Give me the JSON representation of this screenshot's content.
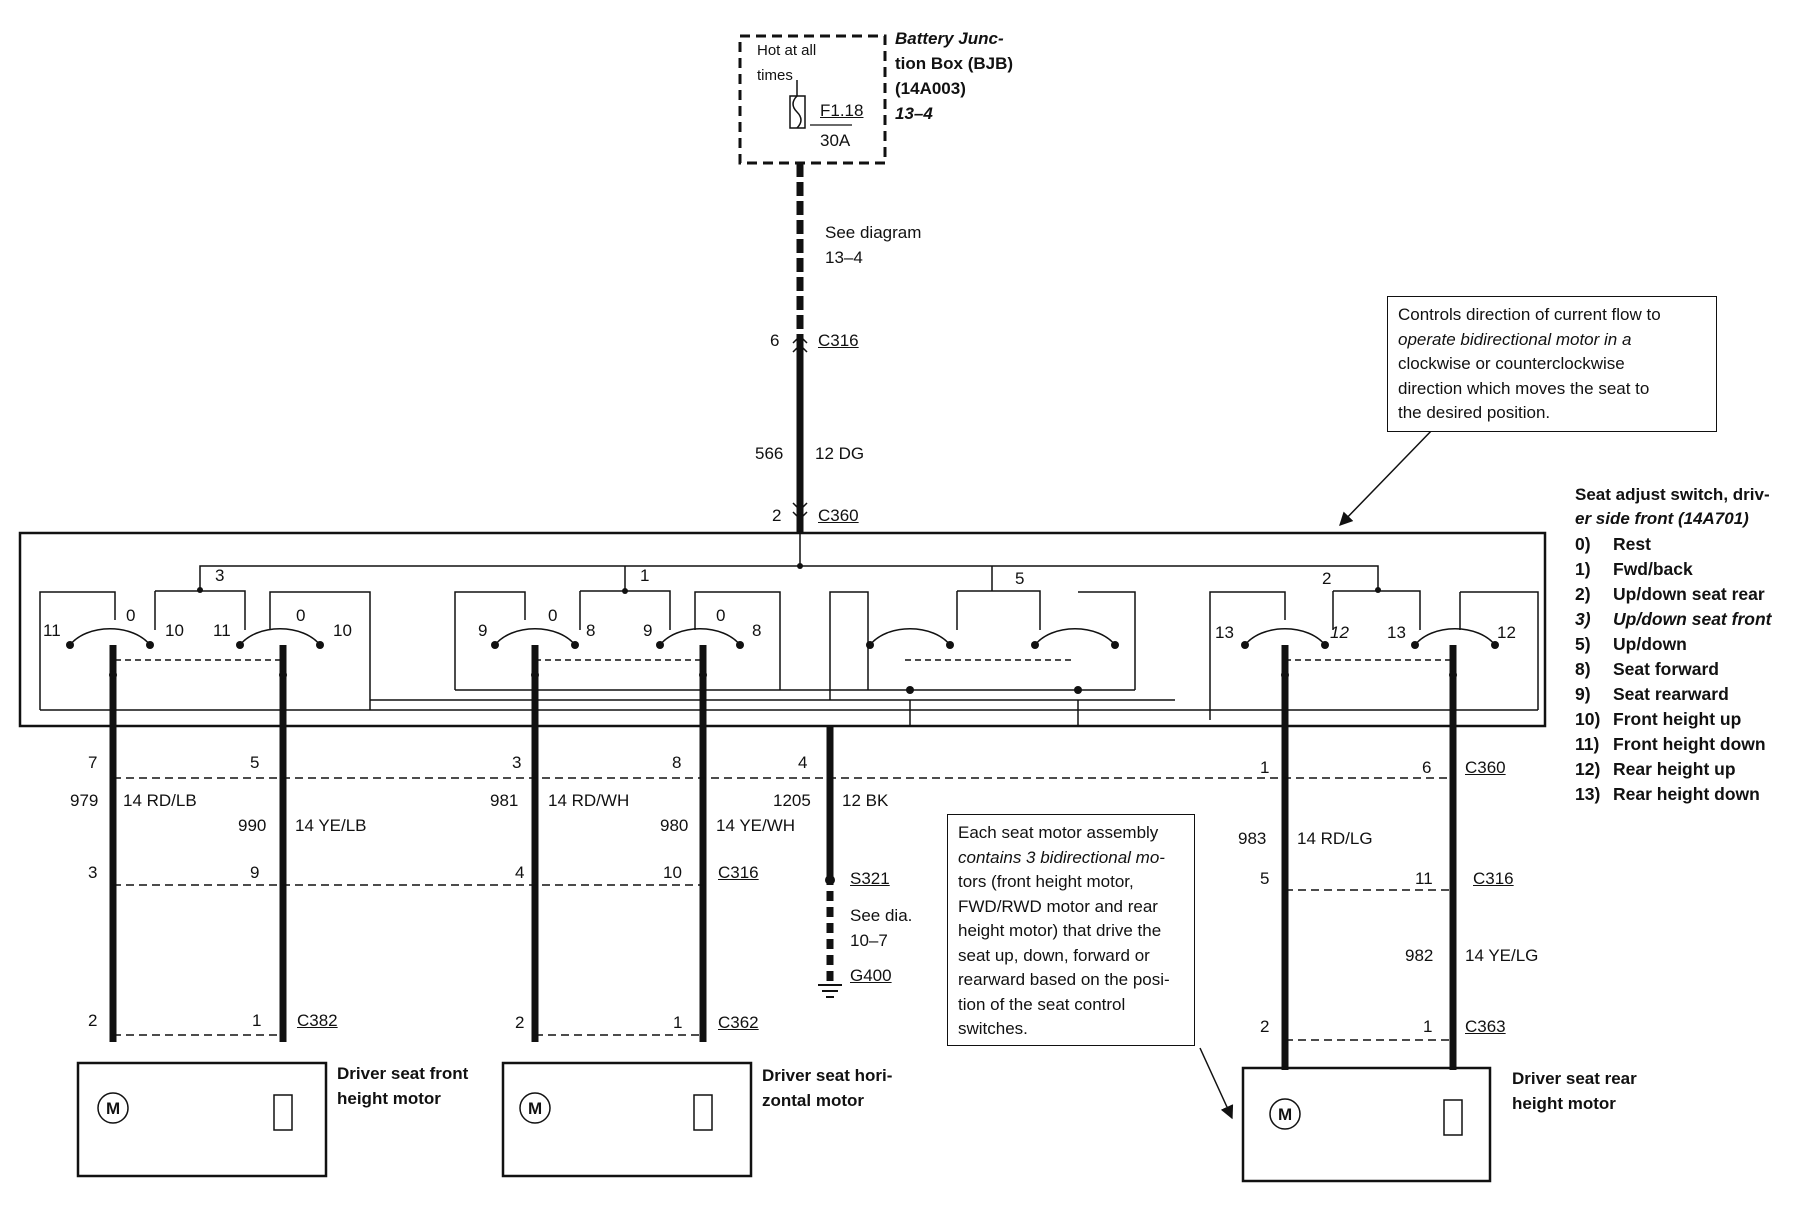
{
  "bjb": {
    "hot": [
      "Hot at all",
      "times"
    ],
    "fuse": "F1.18",
    "amps": "30A",
    "title": [
      "Battery Junc-",
      "tion Box (BJB)",
      "(14A003)",
      "13–4"
    ]
  },
  "see_diagram": [
    "See diagram",
    "13–4"
  ],
  "feed": {
    "c316_pin": "6",
    "c316": "C316",
    "circuit": "566",
    "wire": "12 DG",
    "c360_pin": "2",
    "c360": "C360"
  },
  "callout_switch": [
    "Controls direction of current flow to",
    "operate bidirectional motor in a",
    "clockwise or counterclockwise",
    "direction which moves the seat to",
    "the desired position."
  ],
  "switch_title": [
    "Seat adjust switch, driv-",
    "er side front (14A701)"
  ],
  "legend": [
    {
      "k": "0)",
      "v": "Rest"
    },
    {
      "k": "1)",
      "v": "Fwd/back"
    },
    {
      "k": "2)",
      "v": "Up/down seat rear"
    },
    {
      "k": "3)",
      "v": "Up/down seat front"
    },
    {
      "k": "5)",
      "v": "Up/down"
    },
    {
      "k": "8)",
      "v": "Seat forward"
    },
    {
      "k": "9)",
      "v": "Seat rearward"
    },
    {
      "k": "10)",
      "v": "Front height up"
    },
    {
      "k": "11)",
      "v": "Front height down"
    },
    {
      "k": "12)",
      "v": "Rear height up"
    },
    {
      "k": "13)",
      "v": "Rear height down"
    }
  ],
  "switch_groups": {
    "g1": "3",
    "g2": "1",
    "g3": "5",
    "g4": "2"
  },
  "contacts": {
    "s1": {
      "l": "11",
      "m": "0",
      "r": "10"
    },
    "s2": {
      "l": "11",
      "m": "0",
      "r": "10"
    },
    "s3": {
      "l": "9",
      "m": "0",
      "r": "8"
    },
    "s4": {
      "l": "9",
      "m": "0",
      "r": "8"
    },
    "s7": {
      "l": "13",
      "r": "12"
    },
    "s8": {
      "l": "13",
      "r": "12"
    }
  },
  "wires": {
    "w1": {
      "pin360": "7",
      "circuit": "979",
      "color": "14 RD/LB",
      "pin316": "3",
      "pinm": "2"
    },
    "w2": {
      "pin360": "5",
      "circuit": "990",
      "color": "14 YE/LB",
      "pin316": "9",
      "pinm": "1"
    },
    "w3": {
      "pin360": "3",
      "circuit": "981",
      "color": "14 RD/WH",
      "pin316": "4",
      "pinm": "2"
    },
    "w4": {
      "pin360": "8",
      "circuit": "980",
      "color": "14 YE/WH",
      "pin316": "10",
      "pinm": "1"
    },
    "w5": {
      "pin360": "4",
      "circuit": "1205",
      "color": "12 BK"
    },
    "w6": {
      "pin360": "1",
      "circuit": "983",
      "color": "14 RD/LG",
      "pin316": "5",
      "pinm": "2"
    },
    "w7": {
      "pin360": "6",
      "circuit": "982",
      "color": "14 YE/LG",
      "pin316": "11",
      "pinm": "1"
    }
  },
  "connectors": {
    "c360": "C360",
    "c316a": "C316",
    "c316b": "C316",
    "c382": "C382",
    "c362": "C362",
    "c363": "C363"
  },
  "ground": {
    "splice": "S321",
    "see": [
      "See dia.",
      "10–7"
    ],
    "ground": "G400"
  },
  "callout_motor": [
    "Each seat motor assembly",
    "contains 3 bidirectional mo-",
    "tors (front height motor,",
    "FWD/RWD motor and rear",
    "height motor) that drive the",
    "seat up, down, forward or",
    "rearward based on the posi-",
    "tion of the seat control",
    "switches."
  ],
  "motors": {
    "m1": [
      "Driver seat front",
      "height motor"
    ],
    "m2": [
      "Driver seat hori-",
      "zontal motor"
    ],
    "m3": [
      "Driver seat rear",
      "height motor"
    ],
    "symbol": "M"
  }
}
